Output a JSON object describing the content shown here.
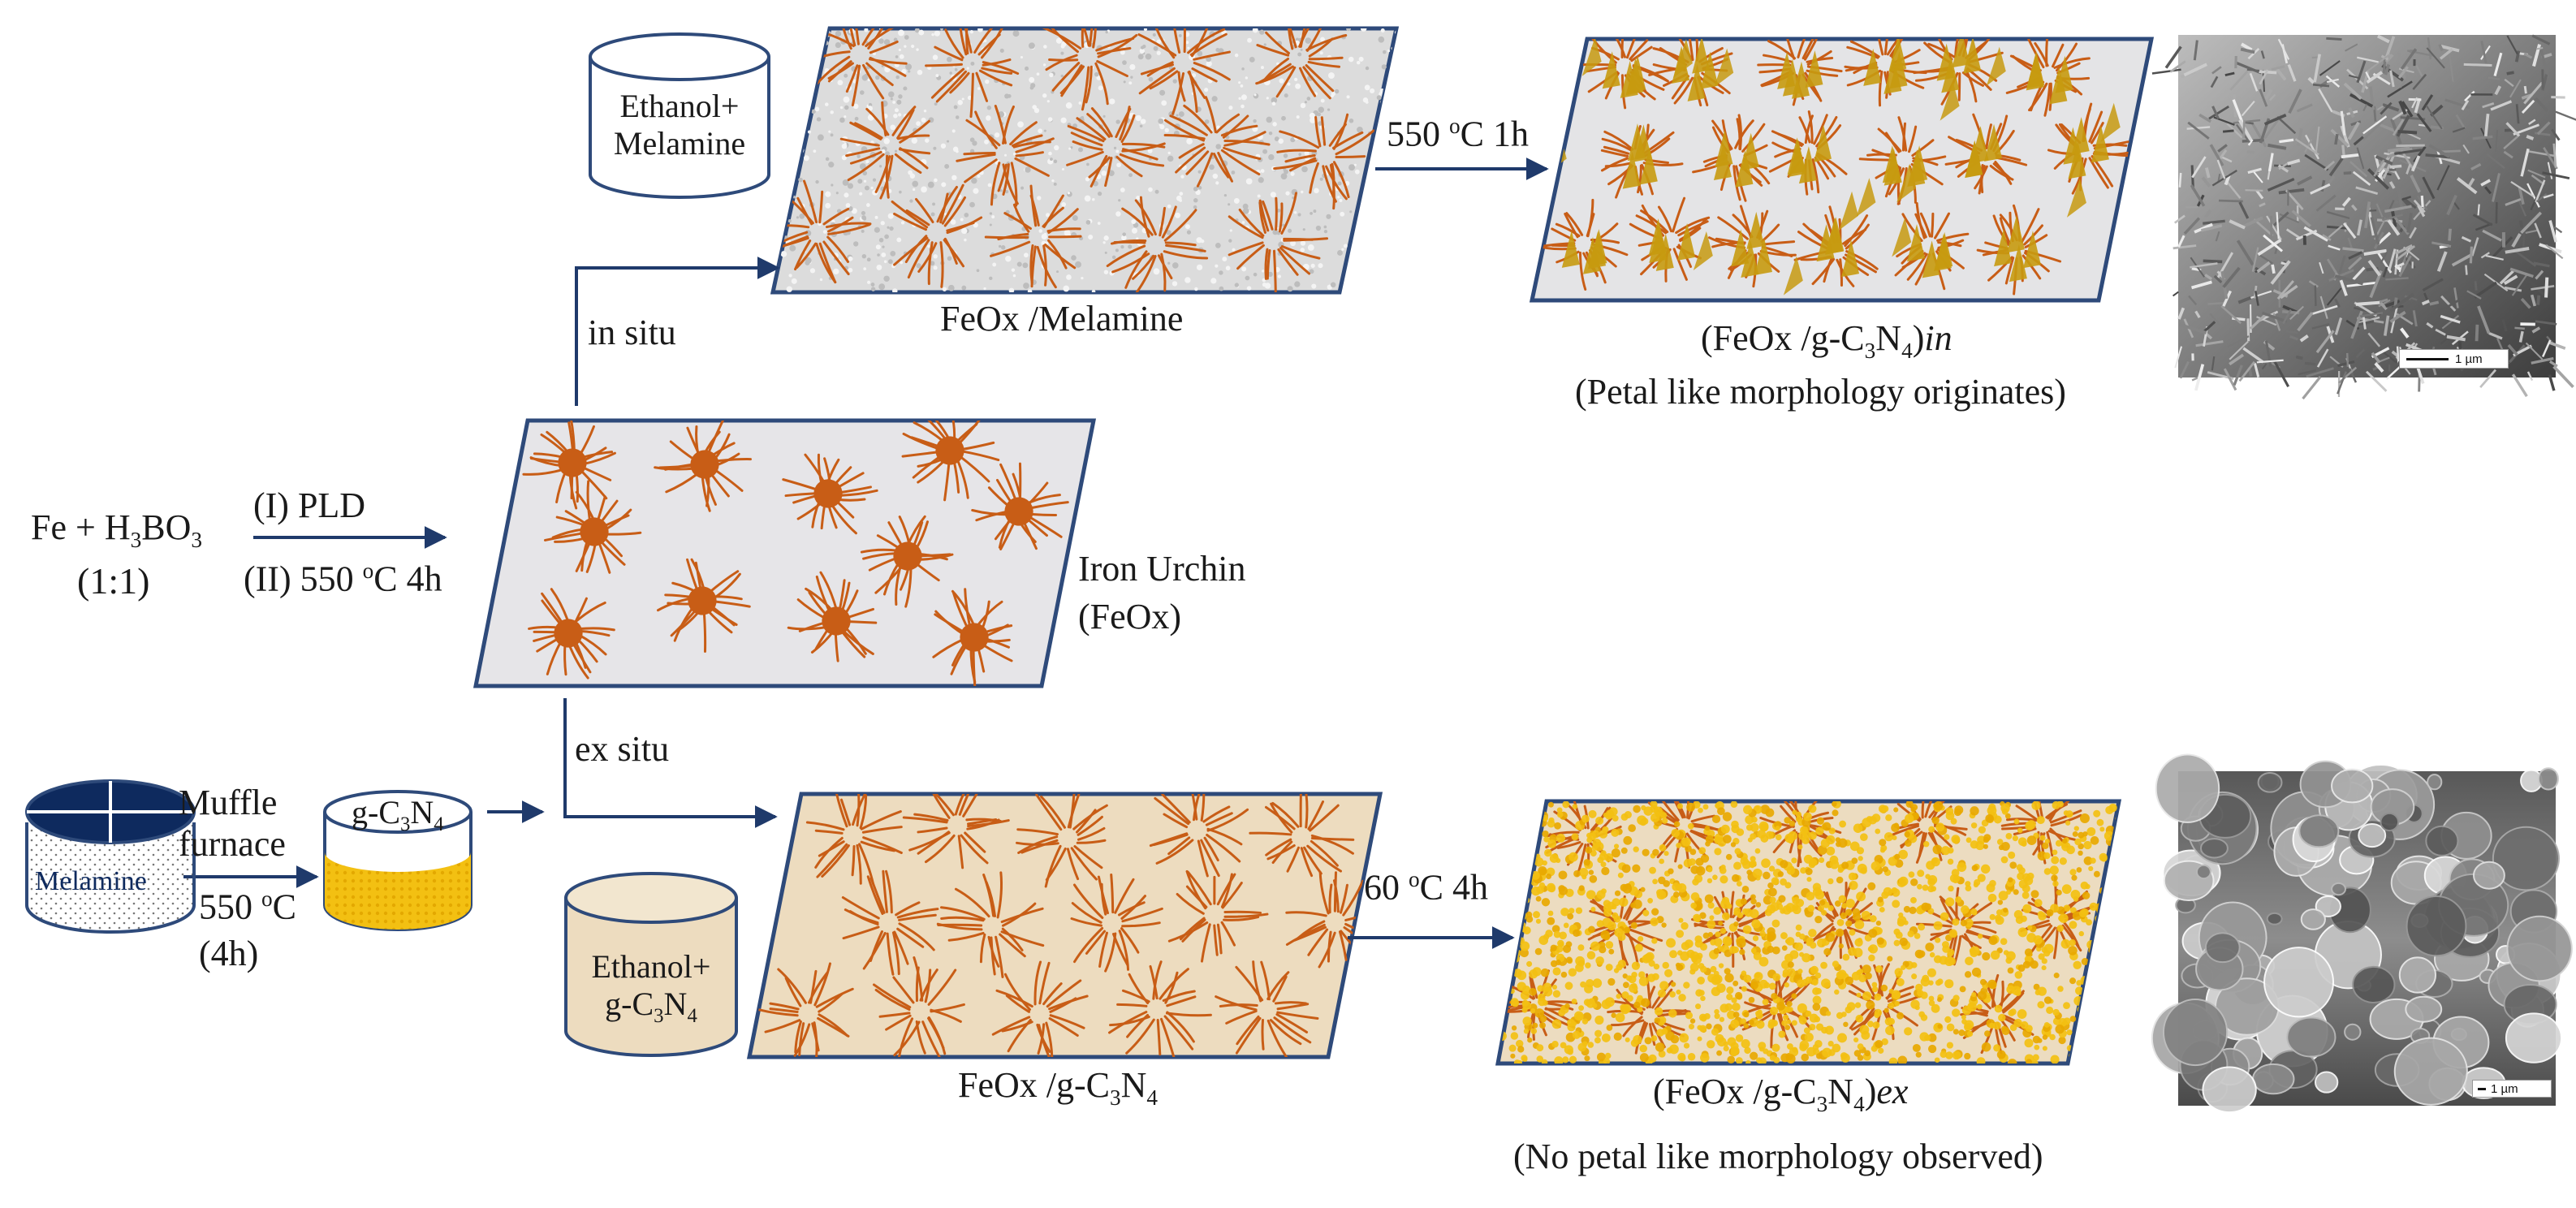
{
  "start": {
    "reactants_prefix": "Fe + H",
    "reactants_sub1": "3",
    "reactants_mid": "BO",
    "reactants_sub2": "3",
    "ratio": "(1:1)",
    "step1": "(I) PLD",
    "step2_prefix": "(II) 550 ",
    "step2_sup": "o",
    "step2_suffix": "C 4h"
  },
  "center": {
    "name_line1": "Iron Urchin",
    "name_line2": "(FeOx)",
    "in_situ_label": "in situ",
    "ex_situ_label": "ex situ"
  },
  "top_path": {
    "beaker_line1": "Ethanol+",
    "beaker_line2": "Melamine",
    "intermediate_label": "FeOx /Melamine",
    "condition_prefix": "550 ",
    "condition_sup": "o",
    "condition_suffix": "C 1h",
    "product_prefix": "(FeOx /g-C",
    "product_sub1": "3",
    "product_mid": "N",
    "product_sub2": "4",
    "product_close": ")",
    "product_italic": "in",
    "product_note": "(Petal like morphology originates)",
    "sem_scale": "1 µm"
  },
  "bottom_path": {
    "melamine_label": "Melamine",
    "furnace_line1": "Muffle",
    "furnace_line2": "furnace",
    "furnace_temp_prefix": "550 ",
    "furnace_temp_sup": "o",
    "furnace_temp_suffix": "C",
    "furnace_time": "(4h)",
    "gcn_prefix": "g-C",
    "gcn_sub1": "3",
    "gcn_mid": "N",
    "gcn_sub2": "4",
    "beaker_line1": "Ethanol+",
    "beaker_line2_prefix": "g-C",
    "beaker_line2_sub1": "3",
    "beaker_line2_mid": "N",
    "beaker_line2_sub2": "4",
    "intermediate_prefix": "FeOx /g-C",
    "intermediate_sub1": "3",
    "intermediate_mid": "N",
    "intermediate_sub2": "4",
    "condition_prefix": "60 ",
    "condition_sup": "o",
    "condition_suffix": "C 4h",
    "product_prefix": "(FeOx /g-C",
    "product_sub1": "3",
    "product_mid": "N",
    "product_sub2": "4",
    "product_close": ")",
    "product_italic": "ex",
    "product_note": "(No petal like morphology observed)",
    "sem_scale": "1 µm"
  },
  "colors": {
    "outline": "#2e4a7a",
    "arrow": "#1f3a6b",
    "grey_panel": "#e6e5e8",
    "speckle_panel": "#dcdcdc",
    "beige_panel": "#eddcbf",
    "urchin": "#c85d16",
    "petal": "#c79a10",
    "gcn_yellow": "#f3c012",
    "melamine_lid": "#0e2a5e"
  }
}
